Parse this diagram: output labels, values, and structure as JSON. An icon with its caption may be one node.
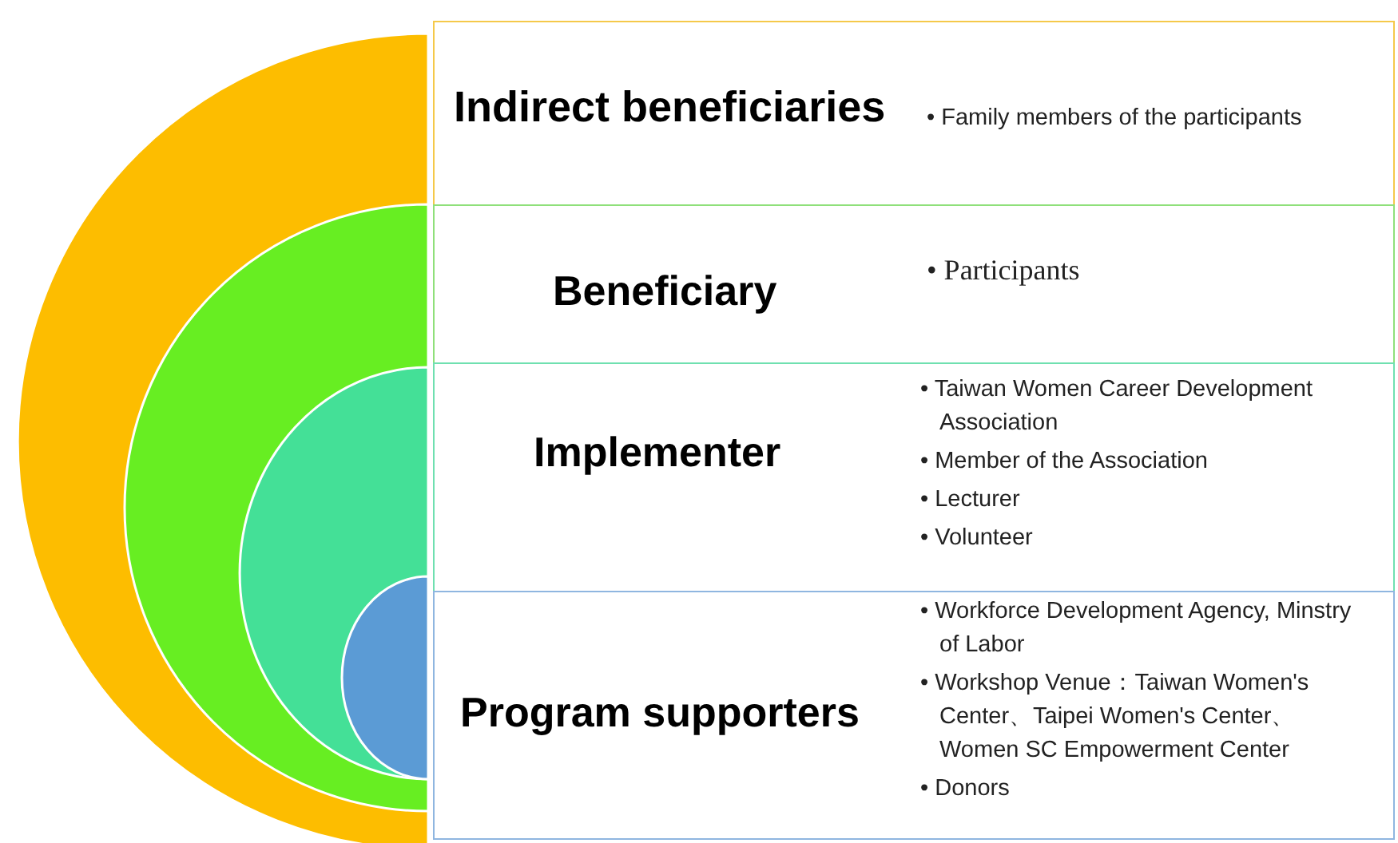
{
  "diagram": {
    "nodes": [
      {
        "text": [
          "Indirect beneficiaries",
          "• Family members of the participants"
        ]
      },
      {
        "text": [
          "Beneficiary",
          "• Participants"
        ]
      },
      {
        "text": [
          "Implementer",
          "• Taiwan Women Career Development Association",
          "• Member of the Association",
          "• Lecturer",
          "• Volunteer"
        ]
      },
      {
        "text": [
          "Program supporters",
          "• Workforce Development Agency, Minstry of Labor",
          "• Workshop Venue：Taiwan Women's Center、Taipei Women's Center、Women SC Empowerment Center",
          "• Donors"
        ]
      }
    ]
  }
}
